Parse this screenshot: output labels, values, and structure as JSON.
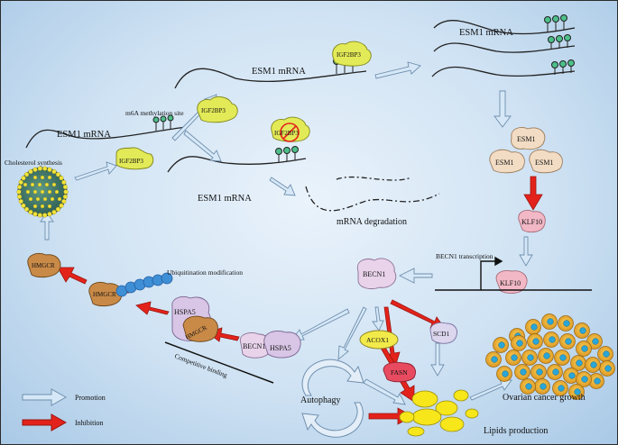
{
  "labels": {
    "esm1_mrna": "ESM1 mRNA",
    "m6a_site": "m6A methylation site",
    "igf2bp3": "IGF2BP3",
    "cholesterol_synthesis": "Cholesterol synthesis",
    "mrna_degradation": "mRNA degradation",
    "esm1": "ESM1",
    "klf10": "KLF10",
    "becn1_transcription": "BECN1 transcription",
    "becn1": "BECN1",
    "ubiquitination": "Ubiquitination modification",
    "hmgcr": "HMGCR",
    "hspa5": "HSPA5",
    "competitive_binding": "Competitive binding",
    "acox1": "ACOX1",
    "scd1": "SCD1",
    "fasn": "FASN",
    "autophagy": "Autophagy",
    "lipids_production": "Lipids production",
    "ovarian_cancer_growth": "Ovarian cancer growth"
  },
  "legend": {
    "promotion": "Promotion",
    "inhibition": "Inhibition"
  },
  "colors": {
    "promotion_arrow": "#d6e8f7",
    "inhibition_arrow": "#e3231b",
    "igf2bp3": "#e3ea57",
    "esm1": "#f2dcc4",
    "klf10": "#f2b8c6",
    "becn1": "#e8d3ea",
    "hspa5": "#d9c6e6",
    "hmgcr": "#c98a48",
    "ubiquitin": "#3f8fd6",
    "acox1": "#f2ea4a",
    "scd1": "#dcd6ee",
    "fasn": "#e84b60",
    "lipid": "#f6e61a",
    "m6a_site": "#4dbf8a"
  }
}
